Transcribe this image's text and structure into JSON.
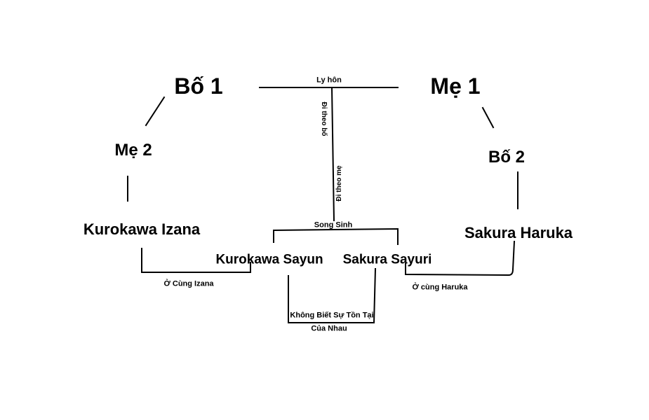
{
  "nodes": {
    "father1": "Bố 1",
    "mother1": "Mẹ 1",
    "mother2": "Mẹ 2",
    "father2": "Bố 2",
    "izana": "Kurokawa Izana",
    "haruka": "Sakura Haruka",
    "sayun": "Kurokawa Sayun",
    "sayuri": "Sakura Sayuri"
  },
  "labels": {
    "divorce": "Ly hôn",
    "with_father": "Đi theo bố",
    "with_mother": "Đi theo mẹ",
    "twins": "Song Sinh",
    "with_izana": "Ở Cùng Izana",
    "with_haruka": "Ở cùng Haruka",
    "unaware_line1": "Không Biết Sự Tồn Tại",
    "unaware_line2": "Của Nhau"
  }
}
